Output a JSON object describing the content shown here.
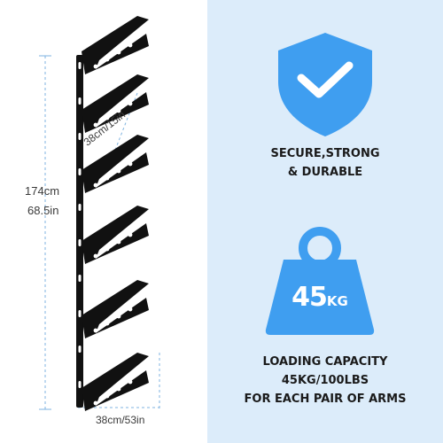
{
  "dimensions": {
    "height_cm": "174cm",
    "height_in": "68.5in",
    "spacing": "38cm/15in",
    "depth": "38cm/53in"
  },
  "features": [
    {
      "icon": "shield-check-icon",
      "lines": [
        "SECURE,STRONG",
        "& DURABLE"
      ]
    },
    {
      "icon": "weight-icon",
      "weight_label": "45",
      "weight_unit": "KG",
      "lines": [
        "LOADING CAPACITY",
        "45KG/100LBS",
        "FOR EACH PAIR OF ARMS"
      ]
    }
  ],
  "colors": {
    "accent": "#3f9ef0",
    "panel_bg": "#dcecfa",
    "rack": "#111111",
    "guide": "#7fb3e0"
  }
}
